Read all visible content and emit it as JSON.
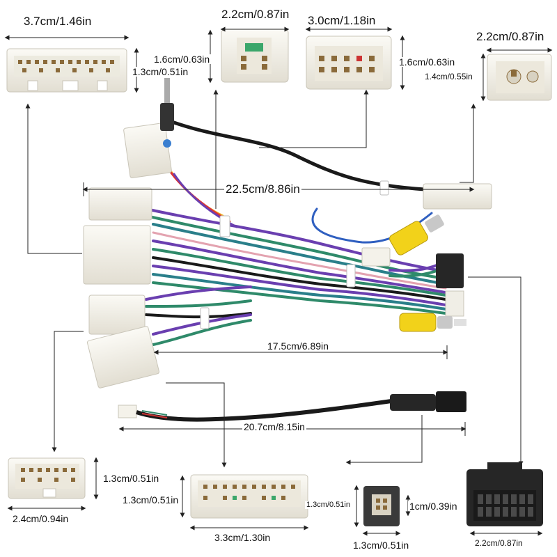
{
  "dimensions": {
    "top_left_width": "3.7cm/1.46in",
    "top_left_height": "1.3cm/0.51in",
    "top_mid1_width": "2.2cm/0.87in",
    "top_mid1_height": "1.6cm/0.63in",
    "top_mid2_width": "3.0cm/1.18in",
    "top_mid2_height": "1.6cm/0.63in",
    "top_right_width": "2.2cm/0.87in",
    "top_right_height": "1.4cm/0.55in",
    "harness_length_main": "22.5cm/8.86in",
    "harness_length_secondary": "17.5cm/6.89in",
    "usb_cable_length": "20.7cm/8.15in",
    "bottom_left_height": "1.3cm/0.51in",
    "bottom_left_width": "2.4cm/0.94in",
    "bottom_mid_height": "1.3cm/0.51in",
    "bottom_mid_width": "3.3cm/1.30in",
    "bottom_small_height": "1.3cm/0.51in",
    "bottom_small_height_right": "1cm/0.39in",
    "bottom_small_width": "1.3cm/0.51in",
    "bottom_right_width": "2.2cm/0.87in"
  },
  "colors": {
    "connector_white": "#f4f2ea",
    "connector_shadow": "#c9c5b8",
    "wire_purple": "#6a3fb0",
    "wire_green": "#2f8a6a",
    "wire_teal": "#2a7f8a",
    "wire_black": "#1a1a1a",
    "wire_blue": "#2f5fc0",
    "rca_yellow": "#f2d21a",
    "connector_black": "#262626",
    "pin_brown": "#8a6a3a"
  }
}
